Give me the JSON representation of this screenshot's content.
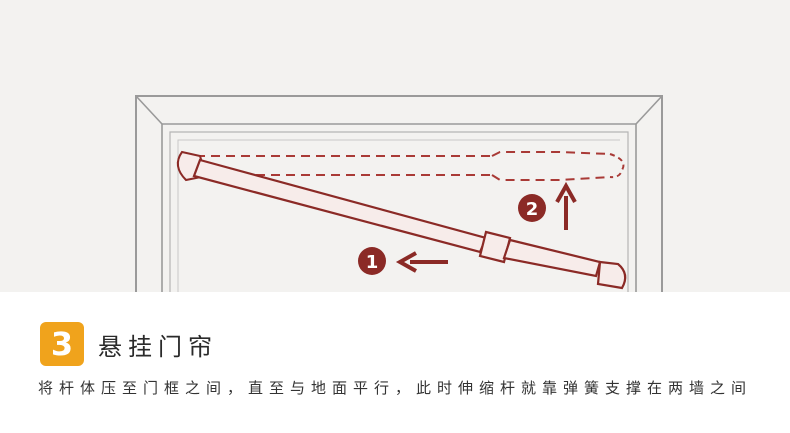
{
  "step": {
    "number": "3",
    "title": "悬挂门帘",
    "description": "将杆体压至门框之间，直至与地面平行，此时伸缩杆就靠弹簧支撑在两墙之间"
  },
  "illustration": {
    "markers": [
      "1",
      "2"
    ],
    "colors": {
      "background": "#f3f2f0",
      "frame_stroke": "#9a9a9a",
      "rod": "#8b2a26",
      "accent_badge": "#f0a31c"
    },
    "icons": [
      "left-arrow-icon",
      "up-arrow-icon"
    ]
  }
}
